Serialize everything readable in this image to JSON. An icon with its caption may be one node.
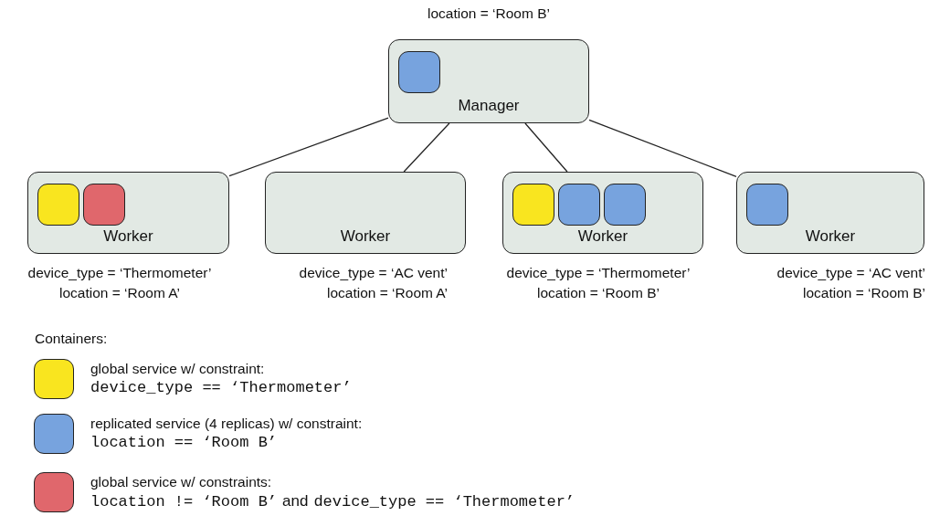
{
  "diagram": {
    "nodes": [
      {
        "text": [
          "Manager"
        ],
        "beside": [
          "location = ‘Room B’"
        ]
      },
      {
        "text": [],
        "shape": "box",
        "in": 0
      },
      {
        "text": [
          "Worker"
        ],
        "beside": [
          "device_type = ‘Thermometer’",
          "location = ‘Room A’"
        ]
      },
      {
        "text": [],
        "shape": "box",
        "in": 2
      },
      {
        "text": [],
        "shape": "box",
        "in": 2
      },
      {
        "text": [
          "Worker"
        ],
        "beside": [
          "device_type = ‘AC vent’",
          "location = ‘Room A’"
        ]
      },
      {
        "text": [
          "Worker"
        ],
        "beside": [
          "device_type = ‘Thermometer’",
          "location = ‘Room B’"
        ]
      },
      {
        "text": [],
        "shape": "box",
        "in": 6
      },
      {
        "text": [],
        "shape": "box",
        "in": 6
      },
      {
        "text": [],
        "shape": "box",
        "in": 6
      },
      {
        "text": [
          "Worker"
        ],
        "beside": [
          "device_type = ‘AC vent’",
          "location = ‘Room B’"
        ]
      },
      {
        "text": [],
        "shape": "box",
        "in": 10
      }
    ],
    "edges": [
      {
        "from": 0,
        "to": 2,
        "arrow": "none"
      },
      {
        "from": 0,
        "to": 5,
        "arrow": "none"
      },
      {
        "from": 0,
        "to": 6,
        "arrow": "none"
      },
      {
        "from": 0,
        "to": 10,
        "arrow": "none"
      }
    ],
    "labels": [
      "Containers:",
      "device_type == ‘Thermometer’",
      "location == ‘Room B’",
      "location != ‘Room B’",
      "and",
      "device_type == ‘Thermometer’"
    ],
    "legend": [
      {
        "text": "global service w/ constraint:",
        "color": "#f9e51f"
      },
      {
        "text": "replicated service (4 replicas) w/ constraint:",
        "color": "#77a3de"
      },
      {
        "text": "global service w/ constraints:",
        "color": "#e0676c"
      }
    ]
  }
}
